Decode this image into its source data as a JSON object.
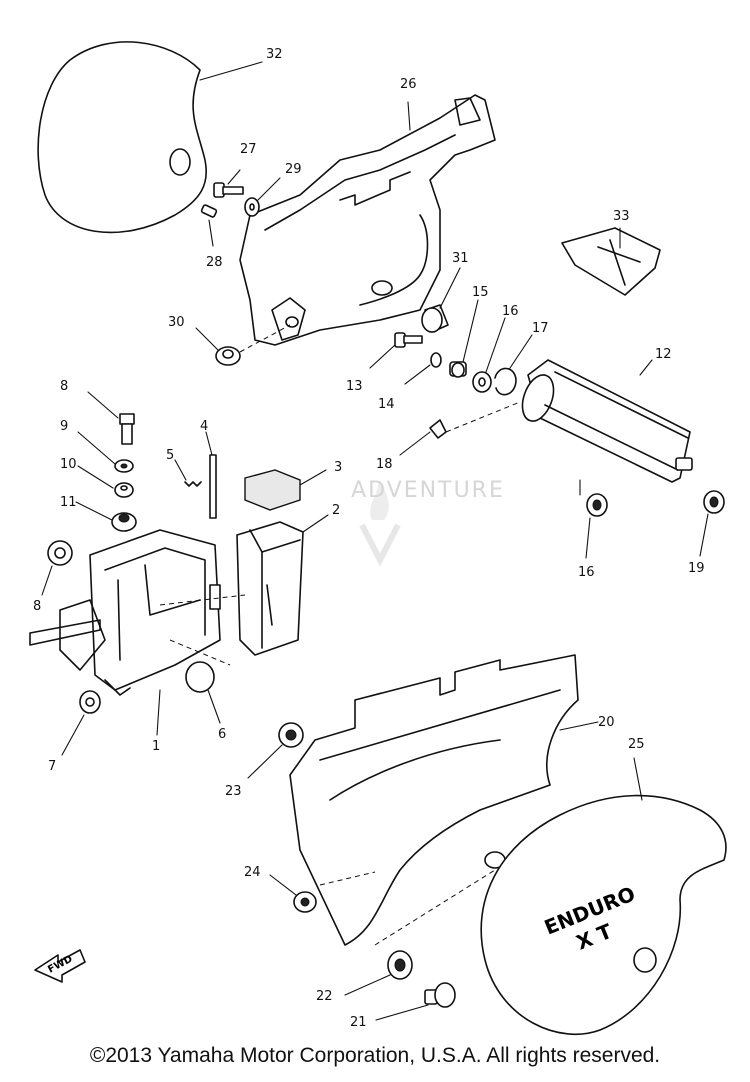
{
  "diagram": {
    "part_numbers": [
      "32",
      "26",
      "27",
      "29",
      "28",
      "33",
      "31",
      "30",
      "15",
      "16",
      "17",
      "12",
      "13",
      "14",
      "8",
      "9",
      "4",
      "5",
      "3",
      "10",
      "11",
      "2",
      "18",
      "8",
      "16",
      "19",
      "6",
      "1",
      "7",
      "20",
      "23",
      "25",
      "24",
      "22",
      "21"
    ],
    "emblem": {
      "line1": "ENDURO",
      "line2": "X T"
    },
    "arrow_label": "FWD"
  },
  "watermark": {
    "text": "ADVENTURE"
  },
  "footer": {
    "copyright": "©2013 Yamaha Motor Corporation, U.S.A. All rights reserved."
  },
  "colors": {
    "line": "#111111",
    "background": "#ffffff",
    "watermark": "#d6d6d6"
  }
}
